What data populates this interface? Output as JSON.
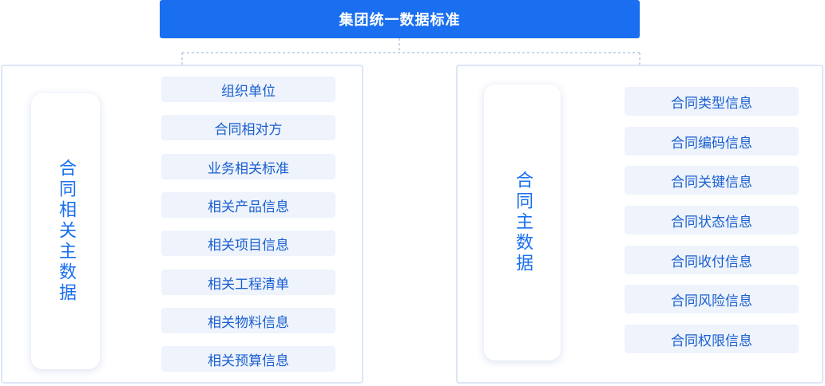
{
  "title": "集团统一数据标准",
  "left_group": {
    "label": "合同相关主数据",
    "items": [
      "组织单位",
      "合同相对方",
      "业务相关标准",
      "相关产品信息",
      "相关项目信息",
      "相关工程清单",
      "相关物料信息",
      "相关预算信息"
    ]
  },
  "right_group": {
    "label": "合同主数据",
    "items": [
      "合同类型信息",
      "合同编码信息",
      "合同关键信息",
      "合同状态信息",
      "合同收付信息",
      "合同风险信息",
      "合同权限信息"
    ]
  },
  "colors": {
    "accent": "#1a6ff0",
    "item_bg": "#eef3fc",
    "item_text": "#1a5fcf",
    "border": "#dde6f6",
    "dashed_line": "#8fb0d8"
  }
}
